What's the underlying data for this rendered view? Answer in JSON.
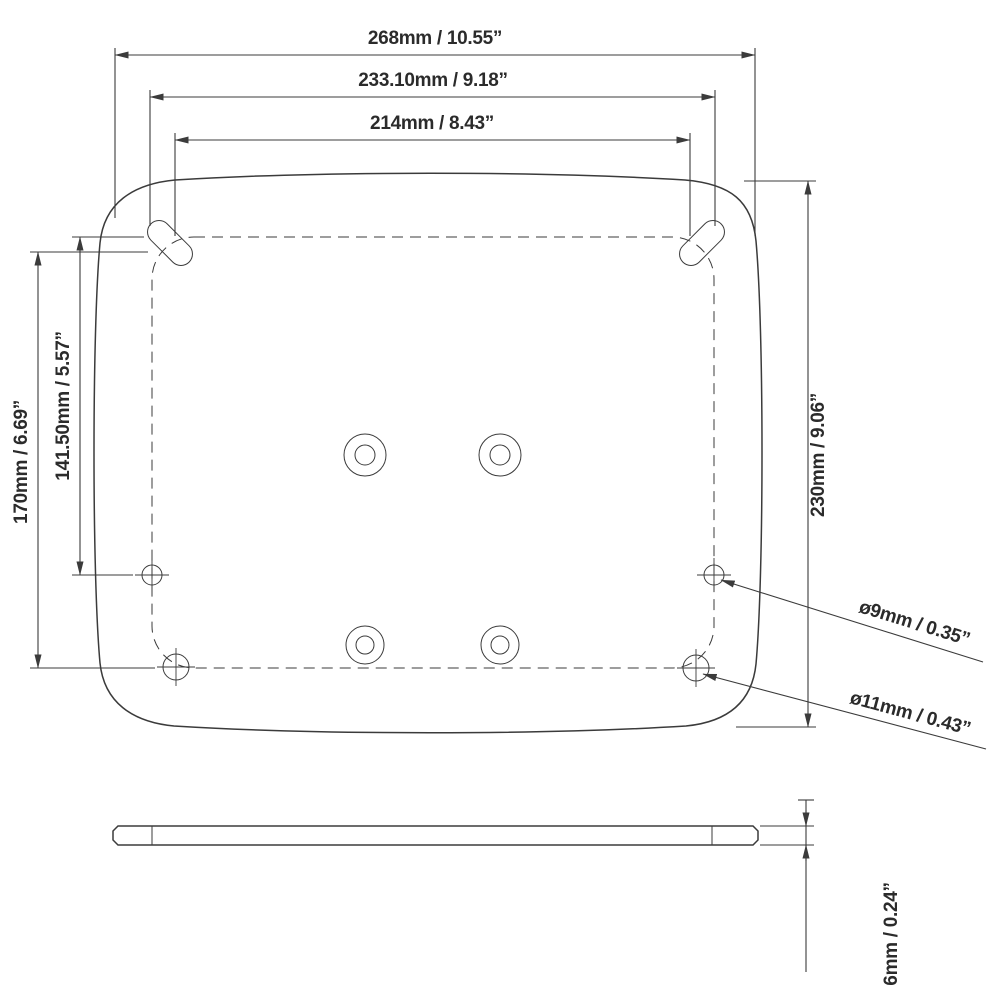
{
  "drawing": {
    "dimensions": {
      "outer_width": "268mm / 10.55”",
      "slot_span_width": "233.10mm / 9.18”",
      "inner_width": "214mm / 8.43”",
      "left_height_outer": "170mm / 6.69”",
      "left_height_inner": "141.50mm / 5.57”",
      "right_height": "230mm / 9.06”",
      "small_hole_diameter": "ø9mm / 0.35”",
      "large_hole_diameter": "ø11mm / 0.43”",
      "thickness": "6mm / 0.24”"
    }
  }
}
